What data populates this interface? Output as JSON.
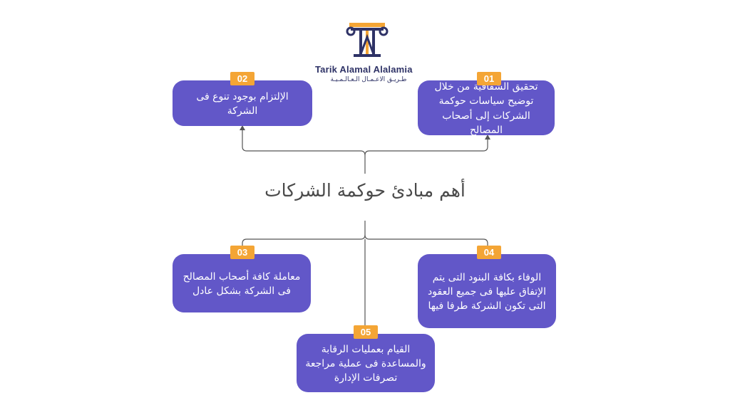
{
  "logo": {
    "name_en": "Tarik Alamal Alalamia",
    "name_ar": "طـريـق الاعـمـال الـعـالـمـيـة",
    "colors": {
      "primary": "#2e3266",
      "accent": "#f4a535"
    },
    "icon": "pillar-icon"
  },
  "center": {
    "title": "أهم مبادئ حوكمة الشركات"
  },
  "colors": {
    "box": "#6257c8",
    "badge": "#f4a535",
    "line": "#555555",
    "title": "#4a4a4a"
  },
  "principles": [
    {
      "number": "01",
      "text": "تحقيق الشفافية من خلال توضيح سياسات حوكمة الشركات إلى أصحاب المصالح"
    },
    {
      "number": "02",
      "text": "الإلتزام بوجود تنوع فى الشركة"
    },
    {
      "number": "03",
      "text": "معاملة كافة أصحاب المصالح فى الشركة بشكل عادل"
    },
    {
      "number": "04",
      "text": "الوفاء بكافة البنود التى يتم الإتفاق عليها فى جميع العقود التى تكون الشركة طرفا فيها"
    },
    {
      "number": "05",
      "text": "القيام بعمليات الرقابة والمساعدة فى عملية مراجعة تصرفات الإدارة"
    }
  ]
}
